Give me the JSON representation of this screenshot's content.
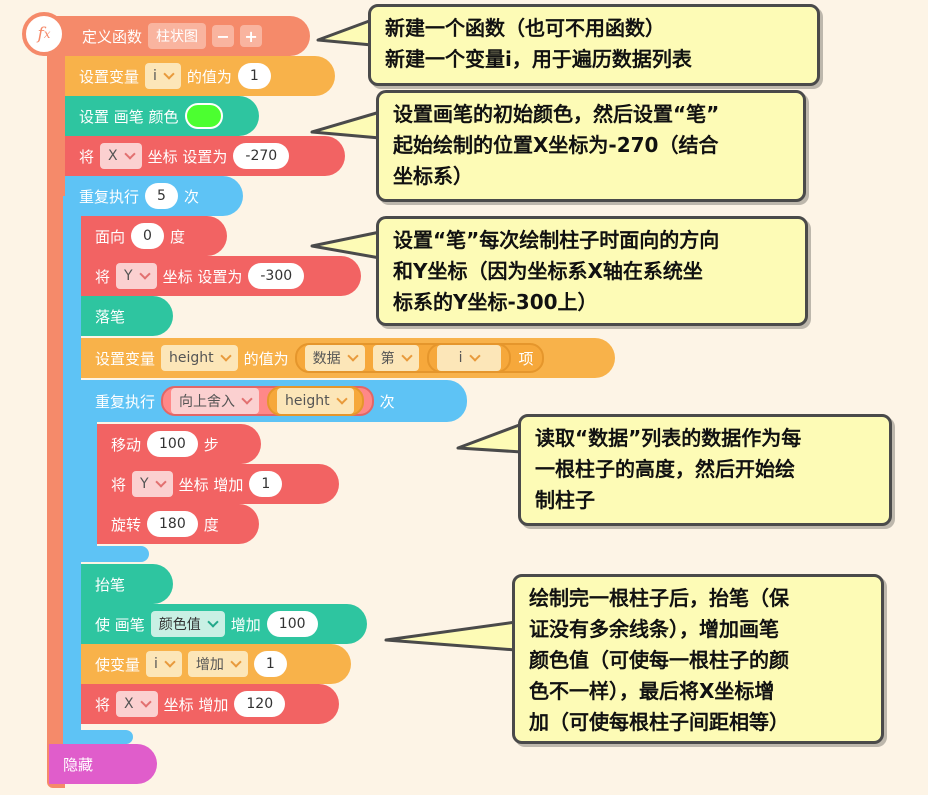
{
  "define_block": {
    "label": "定义函数",
    "name": "柱状图",
    "minus": "−",
    "plus": "+",
    "fx_icon": "function-icon"
  },
  "set_var_i": {
    "label": "设置变量",
    "var": "i",
    "suffix": "的值为",
    "value": "1"
  },
  "set_pen_color": {
    "label": "设置 画笔 颜色",
    "color": "#4cff30"
  },
  "set_x": {
    "label": "将",
    "axis": "X",
    "suffix": "坐标 设置为",
    "value": "-270"
  },
  "repeat_outer": {
    "label": "重复执行",
    "count": "5",
    "suffix": "次"
  },
  "face": {
    "label": "面向",
    "value": "0",
    "suffix": "度"
  },
  "set_y": {
    "label": "将",
    "axis": "Y",
    "suffix": "坐标 设置为",
    "value": "-300"
  },
  "pen_down": {
    "label": "落笔"
  },
  "set_height": {
    "label": "设置变量",
    "var": "height",
    "mid": "的值为",
    "list": "数据",
    "nth": "第",
    "index": "i",
    "item": "项"
  },
  "repeat_inner": {
    "label": "重复执行",
    "round": "向上舍入",
    "var": "height",
    "suffix": "次"
  },
  "move": {
    "label": "移动",
    "value": "100",
    "suffix": "步"
  },
  "add_y": {
    "label": "将",
    "axis": "Y",
    "suffix": "坐标 增加",
    "value": "1"
  },
  "rotate": {
    "label": "旋转",
    "value": "180",
    "suffix": "度"
  },
  "pen_up": {
    "label": "抬笔"
  },
  "pen_add": {
    "label": "使 画笔",
    "prop": "颜色值",
    "mid": "增加",
    "value": "100"
  },
  "var_add": {
    "label": "使变量",
    "var": "i",
    "op": "增加",
    "value": "1"
  },
  "add_x": {
    "label": "将",
    "axis": "X",
    "suffix": "坐标 增加",
    "value": "120"
  },
  "hide": {
    "label": "隐藏"
  },
  "notes": [
    "新建一个函数（也可不用函数）\n新建一个变量i，用于遍历数据列表",
    "设置画笔的初始颜色，然后设置“笔”\n起始绘制的位置X坐标为-270（结合\n坐标系）",
    "设置“笔”每次绘制柱子时面向的方向\n和Y坐标（因为坐标系X轴在系统坐\n标系的Y坐标-300上）",
    "读取“数据”列表的数据作为每\n一根柱子的高度，然后开始绘\n制柱子",
    "绘制完一根柱子后，抬笔（保\n证没有多余线条），增加画笔\n颜色值（可使每一根柱子的颜\n色不一样），最后将X坐标增\n加（可使每根柱子间距相等）"
  ]
}
